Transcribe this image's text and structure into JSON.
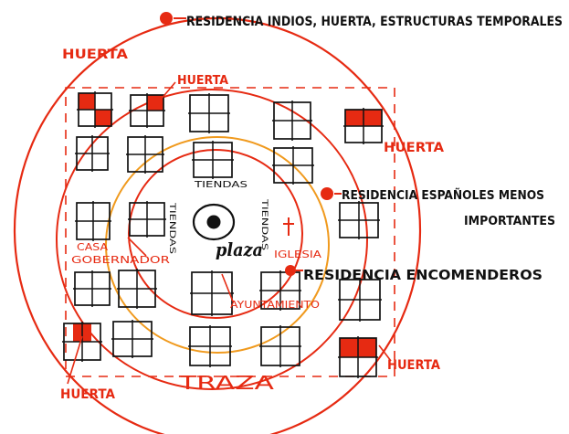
{
  "labels": {
    "residencia_indios": "RESIDENCIA INDIOS, HUERTA, ESTRUCTURAS TEMPORALES",
    "residencia_espanoles_1": "RESIDENCIA ESPAÑOLES MENOS",
    "residencia_espanoles_2": "IMPORTANTES",
    "residencia_encomenderos": "RESIDENCIA ENCOMENDEROS",
    "huerta_top_left": "HUERTA",
    "huerta_top_center": "HUERTA",
    "huerta_right": "HUERTA",
    "huerta_bottom_left": "HUERTA",
    "huerta_bottom_right": "HUERTA",
    "tiendas_top": "TIENDAS",
    "tiendas_left": "TIENDAS",
    "tiendas_right": "TIENDAS",
    "plaza": "plaza",
    "iglesia": "IGLESIA",
    "casa_gobernador_1": "CASA",
    "casa_gobernador_2": "GOBERNADOR",
    "ayuntamiento": "AYUNTAMIENTO",
    "traza": "TRAZA"
  },
  "colors": {
    "red": "#e62a12",
    "orange": "#f09a1e",
    "ink": "#111111",
    "background": "#ffffff"
  },
  "icons": {
    "plaza_marker": "circle-target",
    "church_marker": "cross"
  }
}
